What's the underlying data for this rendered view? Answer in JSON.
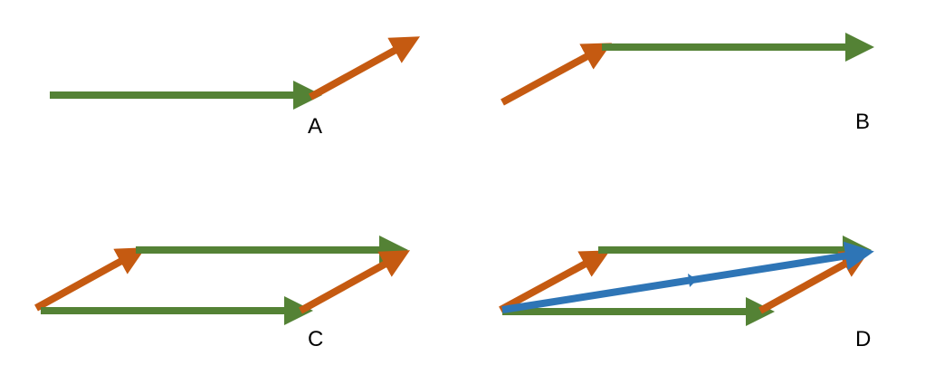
{
  "panels": [
    {
      "label": "A"
    },
    {
      "label": "B"
    },
    {
      "label": "C"
    },
    {
      "label": "D"
    }
  ],
  "colors": {
    "vector_a": "#548235",
    "vector_b": "#C55A11",
    "resultant": "#2E75B6"
  }
}
